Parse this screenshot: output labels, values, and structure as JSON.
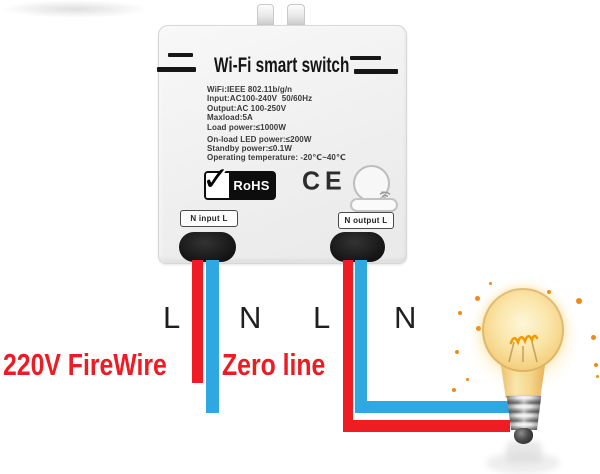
{
  "product": {
    "title": "Wi-Fi smart switch",
    "specs": [
      "WiFi:IEEE 802.11b/g/n",
      "Input:AC100-240V  50/60Hz",
      "Output:AC 100-250V",
      "Maxload:5A",
      "Load power:≤1000W",
      "On-load LED power:≤200W",
      "Standby power:≤0.1W",
      "Operating temperature: -20℃~40℃"
    ],
    "certifications": {
      "rohs_label": "RoHS",
      "ce_label": "CE"
    },
    "terminals": {
      "input_label": "N input L",
      "output_label": "N output L"
    }
  },
  "wiring": {
    "terminal_letters": [
      "L",
      "N",
      "L",
      "N"
    ],
    "live_wire_label": "220V FireWire",
    "neutral_wire_label": "Zero line"
  },
  "icons": {
    "checkmark_glyph": "✓",
    "wifi": "wifi-icon",
    "bulb": "light-bulb-illustration"
  },
  "colors": {
    "wire_red": "#ee1c23",
    "wire_blue": "#2fa8e1",
    "label_red": "#ed1c24",
    "terminal_black": "#1a1a1a"
  }
}
